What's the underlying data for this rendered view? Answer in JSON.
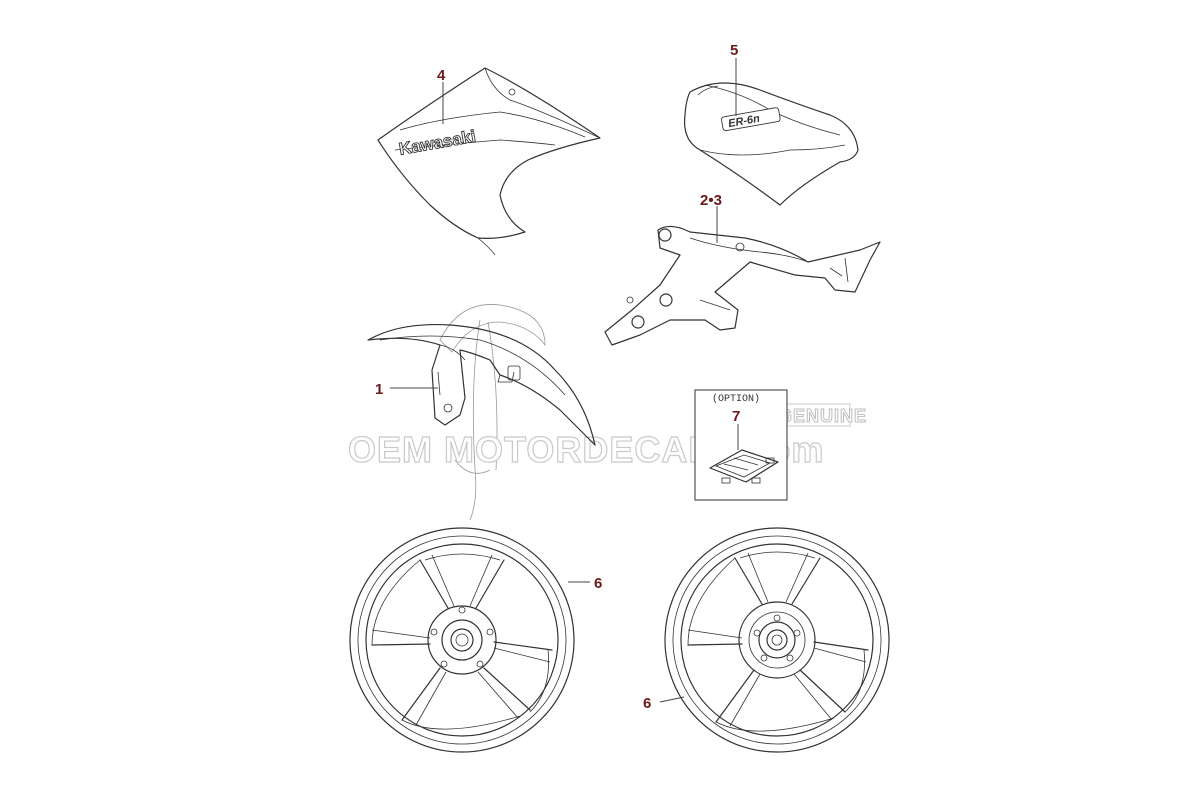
{
  "callouts": {
    "c1": "1",
    "c23": "2•3",
    "c4": "4",
    "c5": "5",
    "c6a": "6",
    "c6b": "6",
    "c7": "7"
  },
  "parts": {
    "tank_decal_text": "Kawasaki",
    "seat_decal_text": "ER-6n",
    "option_box_label": "(OPTION)"
  },
  "watermark": {
    "main": "OEM MOTORDECALS.com",
    "badge": "GENUINE"
  },
  "colors": {
    "callout": "#6b1a1a",
    "line": "#333333",
    "watermark": "#c9c9c9"
  }
}
